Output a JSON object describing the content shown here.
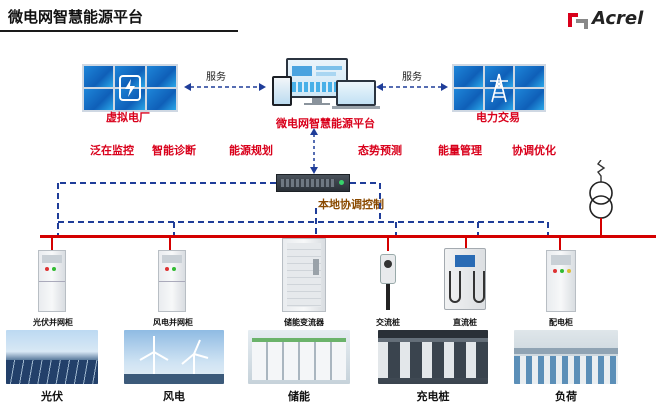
{
  "header": {
    "title": "微电网智慧能源平台",
    "logo_text": "Acrel"
  },
  "top": {
    "left_screen_label": "虚拟电厂",
    "center_label": "微电网智慧能源平台",
    "right_screen_label": "电力交易",
    "service_left": "服务",
    "service_right": "服务"
  },
  "functions": [
    "泛在监控",
    "智能诊断",
    "能源规划",
    "态势预测",
    "能量管理",
    "协调优化"
  ],
  "controller_label": "本地协调控制",
  "devices": [
    "光伏并网柜",
    "风电并网柜",
    "储能变流器",
    "交流桩",
    "直流桩",
    "配电柜"
  ],
  "scenes": [
    "光伏",
    "风电",
    "储能",
    "充电桩",
    "负荷"
  ],
  "colors": {
    "accent_red": "#d9001b",
    "busbar": "#d40000",
    "comm_line": "#1f3d99",
    "screen_blue": "#1473d1"
  }
}
